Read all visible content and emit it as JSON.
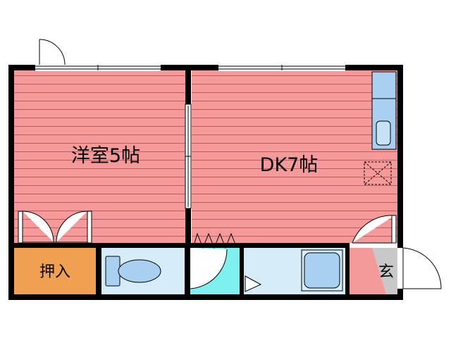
{
  "rooms": {
    "western_room": "洋室5帖",
    "dining_kitchen": "DK7帖",
    "closet": "押入",
    "entrance": "玄"
  },
  "colors": {
    "wall": "#000000",
    "floor_pink": "#f59a9a",
    "floor_line": "#c85a5a",
    "closet_orange": "#f0a050",
    "bath_blue": "#d6ecf8",
    "toilet_cyan": "#7ff0f0",
    "fixture_blue": "#a8d0f0",
    "entrance_gray": "#c8c8c8"
  },
  "icons": {
    "toilet": "toilet-icon",
    "bathtub": "bathtub-icon",
    "sink": "kitchen-sink-icon",
    "stove": "stove-icon"
  }
}
